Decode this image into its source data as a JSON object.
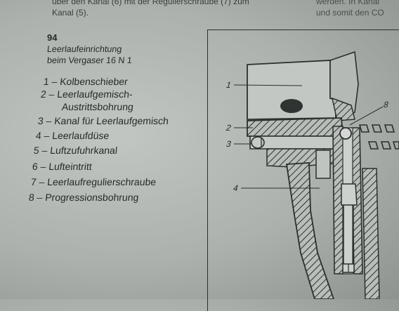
{
  "page": {
    "top_text_left_line1": "über den Kanal (6) mit der Regulierschraube (7) zum",
    "top_text_left_line2": "Kanal (5).",
    "top_text_right_line1": "werden. In Kanal",
    "top_text_right_line2": "und somit den CO"
  },
  "figure": {
    "number": "94",
    "caption_line1": "Leerlaufeinrichtung",
    "caption_line2": "beim Vergaser 16 N 1",
    "legend": [
      {
        "text": "1 – Kolbenschieber"
      },
      {
        "text": "2 – Leerlaufgemisch-"
      },
      {
        "text": "Austrittsbohrung"
      },
      {
        "text": "3 – Kanal für Leerlaufgemisch"
      },
      {
        "text": "4 – Leerlaufdüse"
      },
      {
        "text": "5 – Luftzufuhrkanal"
      },
      {
        "text": "6 – Lufteintritt"
      },
      {
        "text": "7 – Leerlaufregulierschraube"
      },
      {
        "text": "8 – Progressionsbohrung"
      }
    ]
  },
  "diagram": {
    "callout_1": "1",
    "callout_2": "2",
    "callout_3": "3",
    "callout_4": "4",
    "callout_8": "8"
  }
}
